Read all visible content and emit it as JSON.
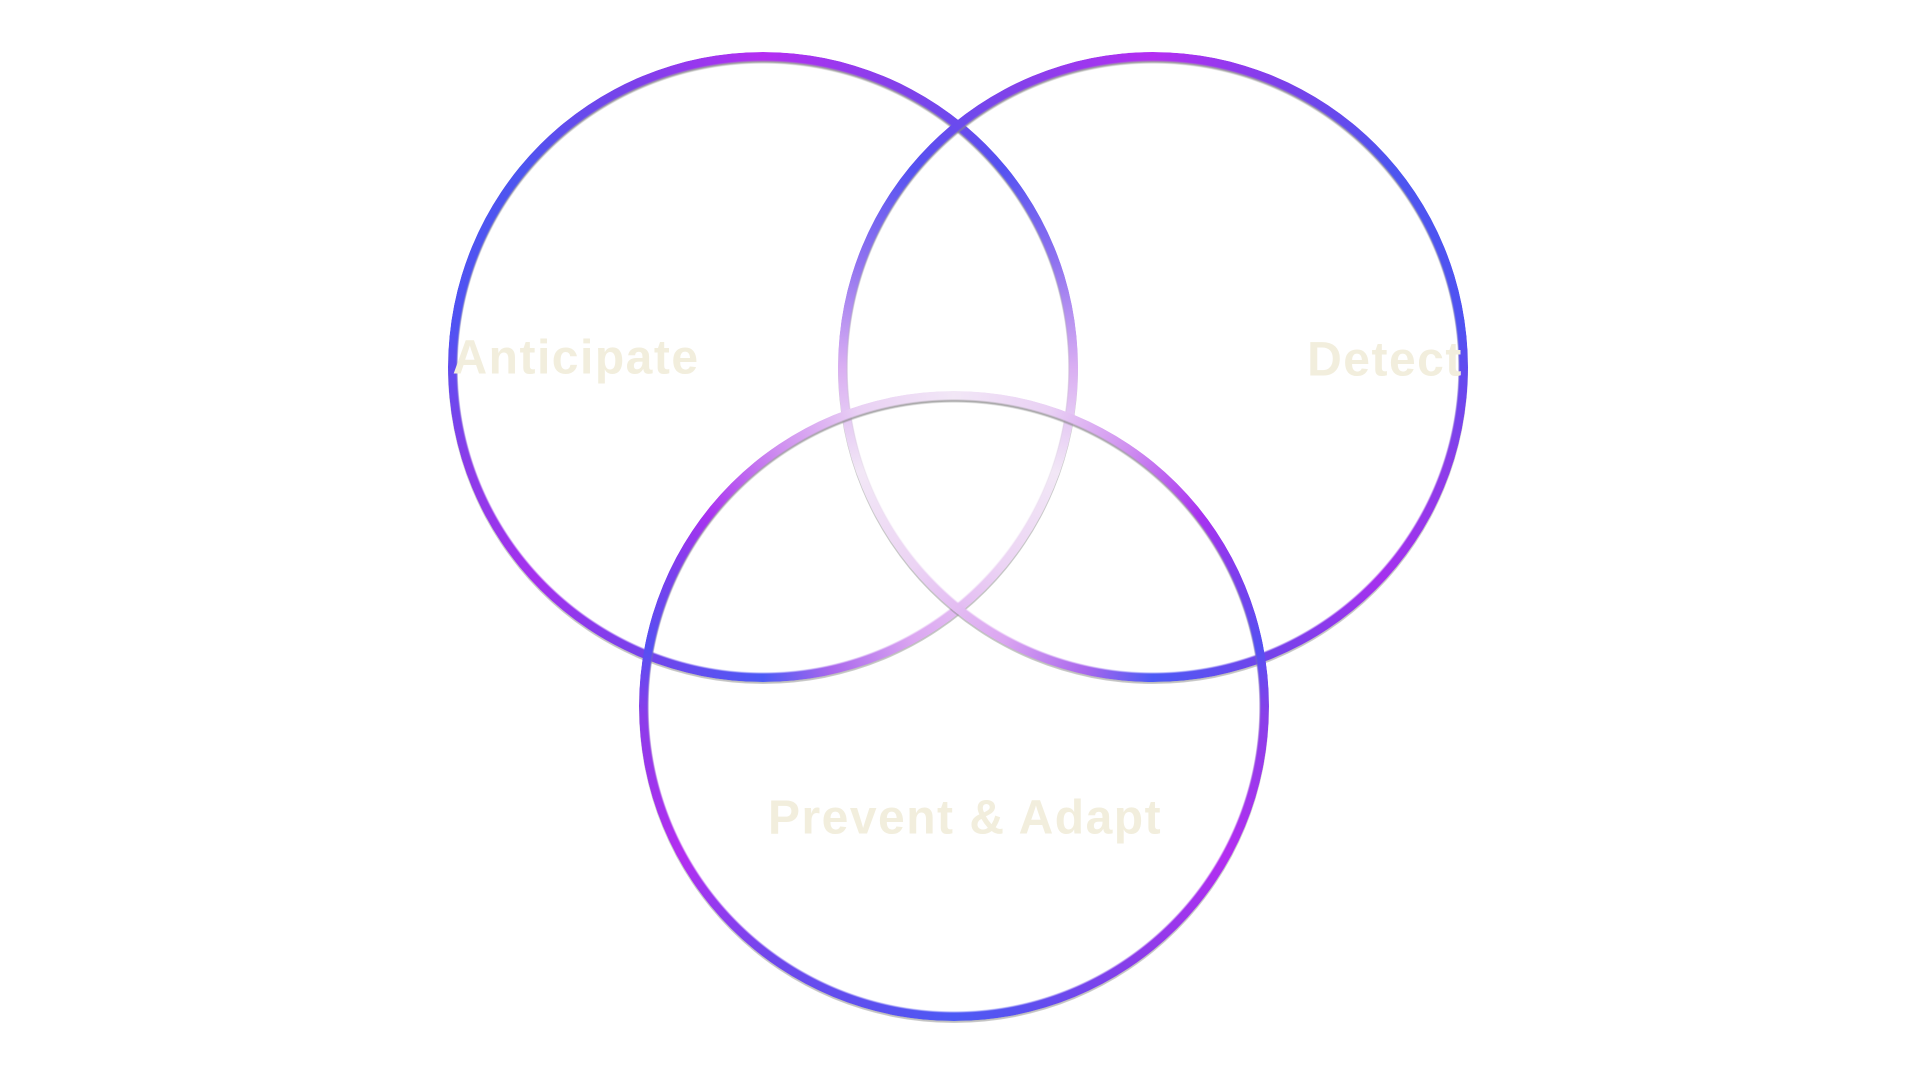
{
  "venn": {
    "type": "venn-diagram",
    "background": "#ffffff",
    "sets": [
      {
        "id": "anticipate",
        "label": "Anticipate"
      },
      {
        "id": "detect",
        "label": "Detect"
      },
      {
        "id": "prevent-adapt",
        "label": "Prevent & Adapt"
      }
    ],
    "label_color": "#f2eedd",
    "stroke_gradient": {
      "blue": "#4c5af5",
      "violet": "#8b3ce9",
      "magenta": "#b42ef2",
      "center_fade": "#f2e7f6"
    },
    "shadow_color": "#8a8a8a"
  }
}
